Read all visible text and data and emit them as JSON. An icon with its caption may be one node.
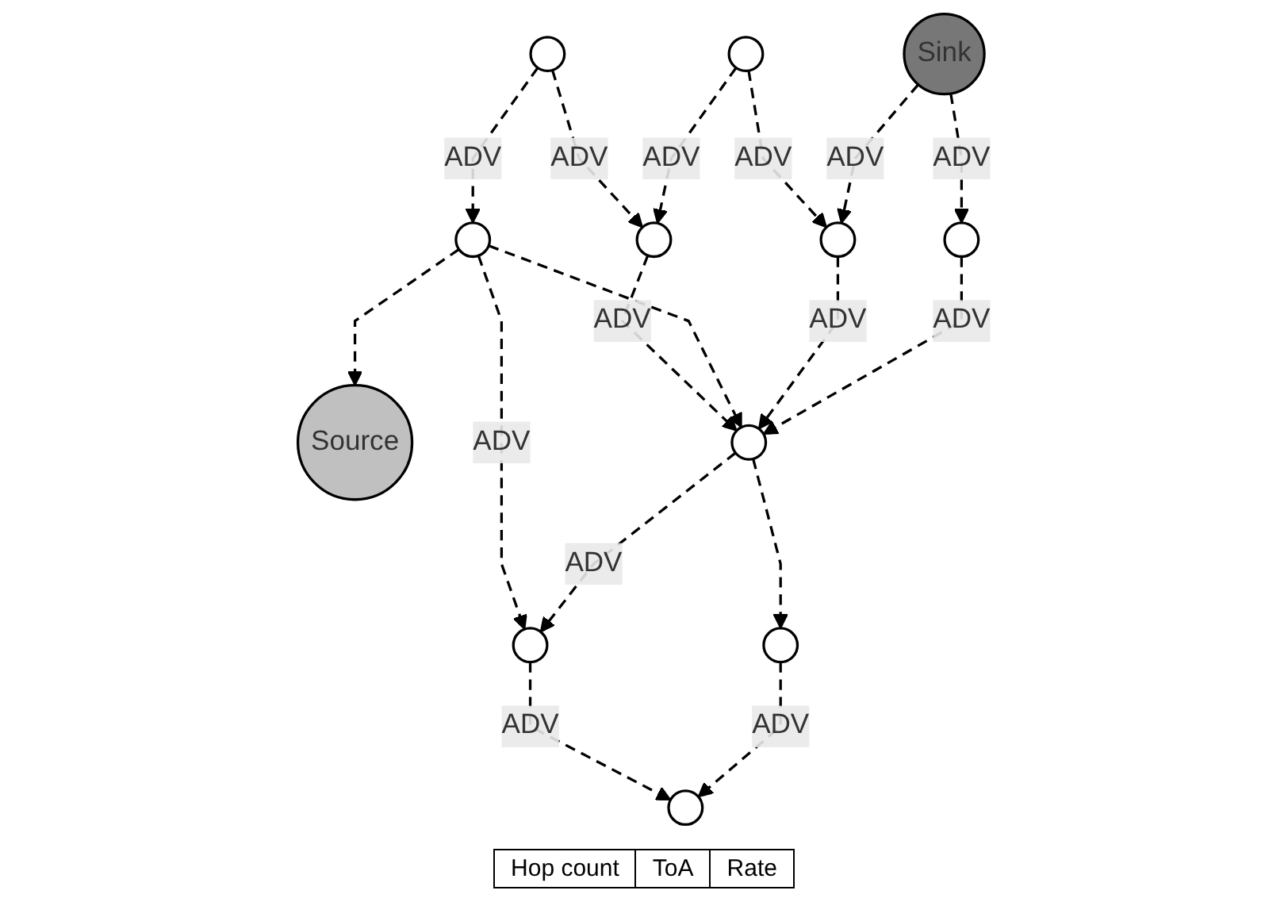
{
  "diagram": {
    "nodes": [
      {
        "text": [],
        "shape": "circle"
      },
      {
        "text": [
          "Source"
        ]
      },
      {
        "text": [],
        "shape": "circle"
      },
      {
        "text": [],
        "shape": "circle"
      },
      {
        "text": [],
        "shape": "circle"
      },
      {
        "text": [],
        "shape": "circle"
      },
      {
        "text": [],
        "shape": "circle"
      },
      {
        "text": [],
        "shape": "circle"
      },
      {
        "text": [
          "Sink"
        ]
      },
      {
        "text": [],
        "shape": "circle"
      },
      {
        "text": [],
        "shape": "circle"
      },
      {
        "text": [],
        "shape": "circle"
      }
    ],
    "edges": [
      {
        "from": 0,
        "to": 4,
        "arrow": "to",
        "label": "ADV",
        "style": "dashed"
      },
      {
        "from": 0,
        "to": 3,
        "arrow": "to",
        "label": "ADV",
        "style": "dashed"
      },
      {
        "from": 2,
        "to": 3,
        "arrow": "to",
        "label": "ADV",
        "style": "dashed"
      },
      {
        "from": 4,
        "to": 1,
        "arrow": "to",
        "style": "dashed"
      },
      {
        "from": 2,
        "to": 5,
        "arrow": "to",
        "label": "ADV",
        "style": "dashed"
      },
      {
        "from": 3,
        "to": 6,
        "arrow": "to",
        "label": "ADV",
        "style": "dashed"
      },
      {
        "from": 4,
        "to": 6,
        "arrow": "to",
        "style": "dashed"
      },
      {
        "from": 4,
        "to": 7,
        "arrow": "to",
        "label": "ADV",
        "style": "dashed"
      },
      {
        "from": 5,
        "to": 6,
        "arrow": "to",
        "label": "ADV",
        "style": "dashed"
      },
      {
        "from": 6,
        "to": 7,
        "arrow": "to",
        "label": "ADV",
        "style": "dashed"
      },
      {
        "from": 8,
        "to": 5,
        "arrow": "to",
        "label": "ADV",
        "style": "dashed"
      },
      {
        "from": 9,
        "to": 6,
        "arrow": "to",
        "label": "ADV",
        "style": "dashed"
      },
      {
        "from": 8,
        "to": 9,
        "arrow": "to",
        "label": "ADV",
        "style": "dashed"
      },
      {
        "from": 6,
        "to": 11,
        "arrow": "to",
        "style": "dashed"
      },
      {
        "from": 7,
        "to": 10,
        "arrow": "to",
        "label": "ADV",
        "style": "dashed"
      },
      {
        "from": 11,
        "to": 10,
        "arrow": "to",
        "label": "ADV",
        "style": "dashed"
      }
    ],
    "labels": [
      "Hop count",
      "ToA",
      "Rate"
    ]
  }
}
